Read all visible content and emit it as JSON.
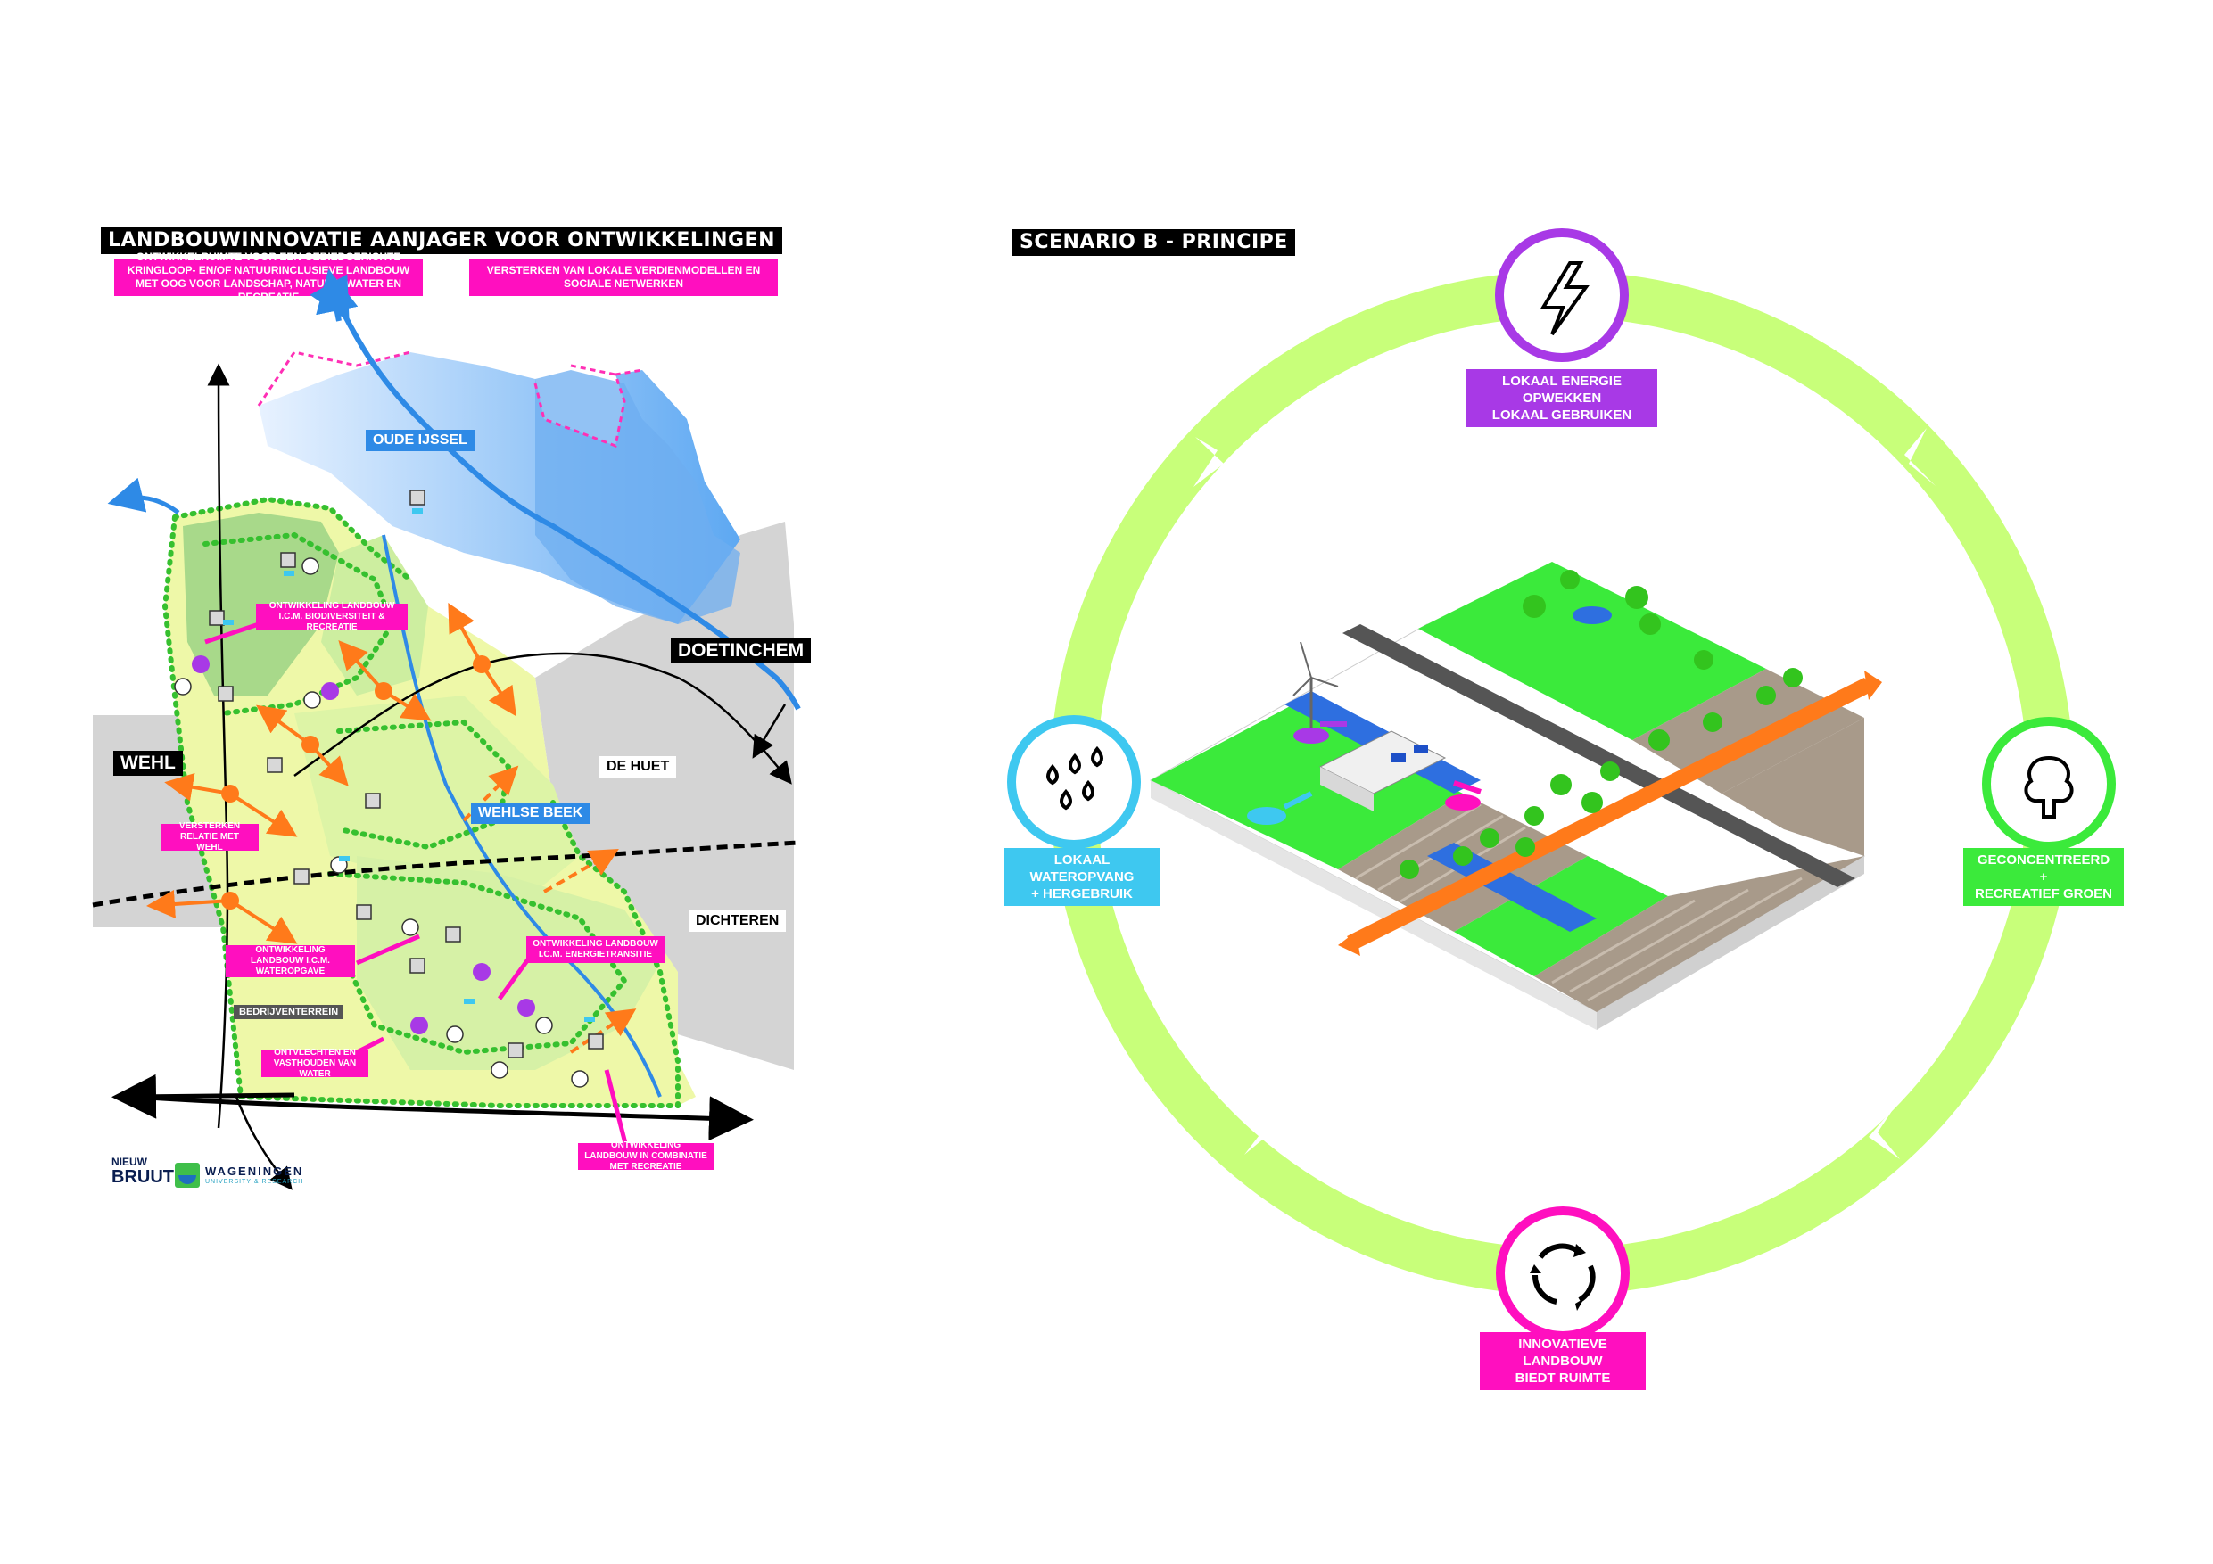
{
  "left_panel": {
    "title": "LANDBOUWINNOVATIE AANJAGER VOOR ONTWIKKELINGEN",
    "top_boxes": [
      "ONTWIKKELRUIMTE VOOR EEN GEBIEDGERICHTE KRINGLOOP- EN/OF NATUURINCLUSIEVE LANDBOUW MET OOG VOOR LANDSCHAP, NATUUR, WATER EN RECREATIE",
      "VERSTERKEN VAN LOKALE VERDIENMODELLEN EN SOCIALE NETWERKEN"
    ],
    "map_labels": {
      "oude_ijssel": "OUDE IJSSEL",
      "doetinchem": "DOETINCHEM",
      "wehl": "WEHL",
      "de_huet": "DE HUET",
      "wehlse_beek": "WEHLSE BEEK",
      "dichteren": "DICHTEREN",
      "bedrijventerrein": "BEDRIJVENTERREIN"
    },
    "callouts": {
      "biodiversiteit": "ONTWIKKELING LANDBOUW I.C.M. BIODIVERSITEIT & RECREATIE",
      "relatie_wehl": "VERSTERKEN RELATIE MET WEHL",
      "wateropgave": "ONTWIKKELING LANDBOUW I.C.M. WATEROPGAVE",
      "energietransitie": "ONTWIKKELING LANDBOUW I.C.M. ENERGIETRANSITIE",
      "water": "ONTVLECHTEN EN VASTHOUDEN VAN WATER",
      "recreatie": "ONTWIKKELING LANDBOUW IN COMBINATIE MET RECREATIE"
    },
    "logos": {
      "nieuw": "NIEUW",
      "bruut": "BRUUT",
      "wageningen": "WAGENINGEN",
      "wageningen_sub": "UNIVERSITY & RESEARCH"
    }
  },
  "right_panel": {
    "title": "SCENARIO B - PRINCIPE",
    "badges": {
      "energy": [
        "LOKAAL ENERGIE OPWEKKEN",
        "LOKAAL GEBRUIKEN"
      ],
      "water": [
        "LOKAAL WATEROPVANG",
        "+ HERGEBRUIK"
      ],
      "green": [
        "GECONCENTREERD +",
        "RECREATIEF GROEN"
      ],
      "agri": [
        "INNOVATIEVE LANDBOUW",
        "BIEDT RUIMTE"
      ]
    },
    "icons": {
      "energy": "lightning-icon",
      "water": "water-drops-icon",
      "green": "tree-icon",
      "agri": "recycle-icon"
    }
  },
  "colors": {
    "pink": "#ff0fbf",
    "purple": "#a839e6",
    "cyan": "#3ec8f0",
    "green": "#3bea3b",
    "lime_ring": "#c8ff7a",
    "orange": "#ff7a1a",
    "river_blue": "#2e8ae6"
  }
}
